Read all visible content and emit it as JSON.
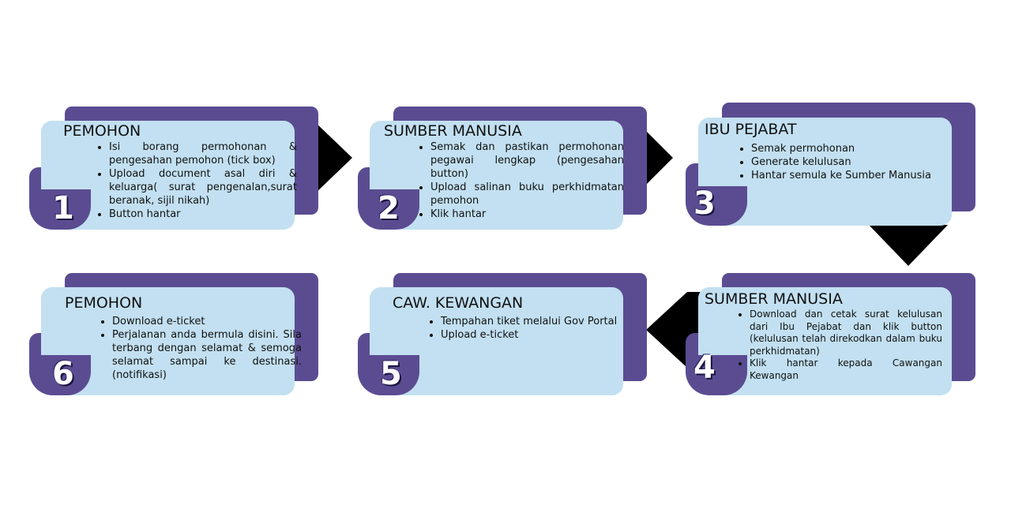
{
  "steps": [
    {
      "number": "1",
      "title": "PEMOHON",
      "items": [
        "Isi borang permohonan & pengesahan pemohon (tick box)",
        "Upload document asal diri & keluarga( surat pengenalan,surat beranak, sijil nikah)",
        "Button hantar"
      ]
    },
    {
      "number": "2",
      "title": "SUMBER MANUSIA",
      "items": [
        "Semak dan pastikan permohonan pegawai lengkap (pengesahan button)",
        "Upload salinan buku perkhidmatan pemohon",
        "Klik hantar"
      ]
    },
    {
      "number": "3",
      "title": "IBU PEJABAT",
      "items": [
        "Semak permohonan",
        "Generate kelulusan",
        "Hantar semula ke Sumber Manusia"
      ]
    },
    {
      "number": "4",
      "title": "SUMBER MANUSIA",
      "items": [
        "Download dan cetak surat kelulusan dari Ibu Pejabat dan klik button (kelulusan telah direkodkan dalam buku perkhidmatan)",
        "Klik hantar kepada Cawangan Kewangan"
      ]
    },
    {
      "number": "5",
      "title": "CAW. KEWANGAN",
      "items": [
        "Tempahan tiket melalui Gov Portal",
        "Upload e-ticket"
      ]
    },
    {
      "number": "6",
      "title": "PEMOHON",
      "items": [
        "Download e-ticket",
        "Perjalanan anda bermula disini. Sila terbang dengan selamat & semoga selamat sampai ke destinasi. (notifikasi)"
      ]
    }
  ],
  "colors": {
    "purple": "#5b4c92",
    "card": "#c2e0f1",
    "arrow": "#000000"
  }
}
